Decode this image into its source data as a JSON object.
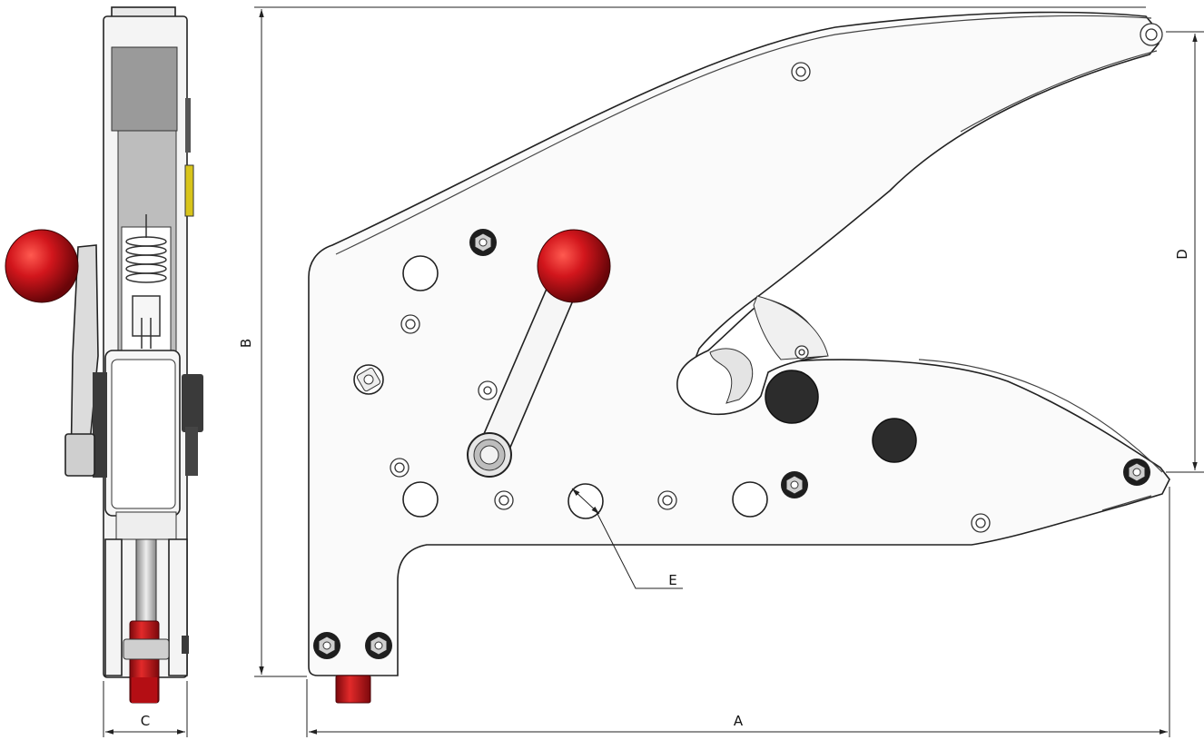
{
  "dimensions": {
    "a": "A",
    "b": "B",
    "c": "C",
    "d": "D",
    "e": "E"
  },
  "colors": {
    "knob_red": "#d2161c",
    "plate_fill": "#fafafa",
    "steel_grey": "#8e8e8e",
    "dark_grey": "#333333",
    "accent_yellow": "#d8c41a"
  },
  "icons": [
    "hex-nut-icon",
    "hole-icon",
    "knob-icon",
    "spring-icon",
    "arrowhead-icon"
  ]
}
